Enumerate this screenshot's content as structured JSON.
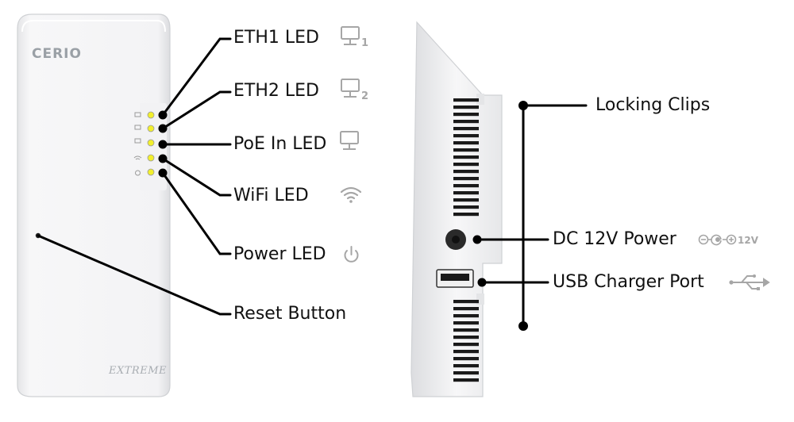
{
  "device": {
    "brand": "CERIO",
    "model": "EXTREME"
  },
  "callouts": {
    "eth1": "ETH1 LED",
    "eth2": "ETH2 LED",
    "poe_in": "PoE In LED",
    "wifi": "WiFi LED",
    "power": "Power LED",
    "reset": "Reset Button",
    "locking": "Locking Clips",
    "dc_power": "DC 12V Power",
    "usb": "USB Charger Port"
  },
  "icon_labels": {
    "eth1_index": "1",
    "eth2_index": "2",
    "voltage": "12V"
  },
  "icons": {
    "eth1": "monitor-1-icon",
    "eth2": "monitor-2-icon",
    "poe_in": "monitor-icon",
    "wifi": "wifi-icon",
    "power": "power-icon",
    "dc_power": "dc-polarity-icon",
    "usb": "usb-icon"
  },
  "colors": {
    "led": "#f2ef2c",
    "device_body": "#f6f6f7",
    "leader_line": "#000000",
    "icon": "#a6a6a6"
  }
}
